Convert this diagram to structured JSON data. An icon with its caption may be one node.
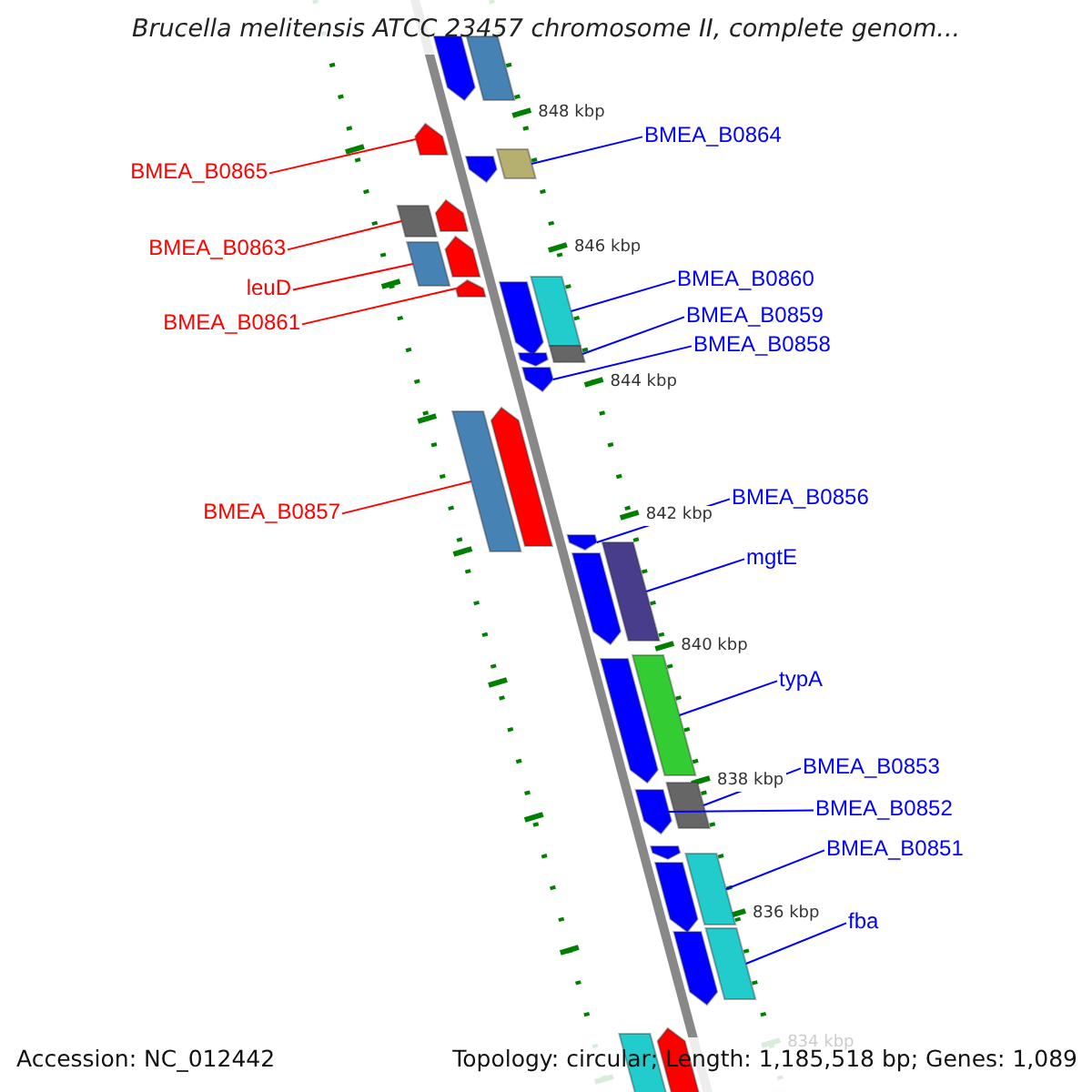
{
  "diagram": {
    "title": "Brucella melitensis ATCC 23457 chromosome II, complete genom...",
    "nodes": [
      {
        "text": [
          "BMEA_B0864"
        ]
      },
      {
        "text": [],
        "shape": "bar"
      },
      {
        "text": [
          "BMEA_B0865"
        ]
      },
      {
        "text": [],
        "shape": "bar"
      },
      {
        "text": [
          "BMEA_B0863"
        ]
      },
      {
        "text": [],
        "shape": "bar"
      },
      {
        "text": [
          "BMEA_B0860"
        ]
      },
      {
        "text": [],
        "shape": "bar"
      },
      {
        "text": [
          "leuD"
        ]
      },
      {
        "text": [],
        "shape": "bar"
      },
      {
        "text": [
          "BMEA_B0859"
        ]
      },
      {
        "text": [],
        "shape": "bar"
      },
      {
        "text": [
          "BMEA_B0861"
        ]
      },
      {
        "text": [],
        "shape": "bar"
      },
      {
        "text": [
          "BMEA_B0858"
        ]
      },
      {
        "text": [],
        "shape": "bar"
      },
      {
        "text": [
          "BMEA_B0856"
        ]
      },
      {
        "text": [],
        "shape": "bar"
      },
      {
        "text": [
          "BMEA_B0857"
        ]
      },
      {
        "text": [],
        "shape": "bar"
      },
      {
        "text": [
          "mgtE"
        ]
      },
      {
        "text": [],
        "shape": "bar"
      },
      {
        "text": [
          "typA"
        ]
      },
      {
        "text": [],
        "shape": "bar"
      },
      {
        "text": [
          "BMEA_B0853"
        ]
      },
      {
        "text": [],
        "shape": "bar"
      },
      {
        "text": [
          "BMEA_B0852"
        ]
      },
      {
        "text": [],
        "shape": "bar"
      },
      {
        "text": [
          "BMEA_B0851"
        ]
      },
      {
        "text": [],
        "shape": "bar"
      },
      {
        "text": [
          "fba"
        ]
      },
      {
        "text": [],
        "shape": "bar"
      },
      {
        "text": [],
        "shape": "bar"
      },
      {
        "text": [],
        "shape": "bar"
      },
      {
        "text": [],
        "shape": "bar"
      },
      {
        "text": [],
        "shape": "bar"
      },
      {
        "text": [],
        "shape": "bar"
      },
      {
        "text": [],
        "shape": "bar"
      },
      {
        "text": [],
        "shape": "bar"
      },
      {
        "text": [],
        "shape": "bar"
      },
      {
        "text": [],
        "shape": "bar"
      },
      {
        "text": [],
        "shape": "bar"
      },
      {
        "text": [],
        "shape": "bar"
      },
      {
        "text": [],
        "shape": "bar"
      },
      {
        "text": [],
        "shape": "bar"
      },
      {
        "text": [],
        "shape": "bar"
      },
      {
        "text": [],
        "shape": "bar"
      }
    ],
    "edges": [
      {
        "from": 0,
        "to": 1,
        "arrow": "none"
      },
      {
        "from": 2,
        "to": 3,
        "arrow": "none",
        "color": "#ff0000"
      },
      {
        "from": 4,
        "to": 5,
        "arrow": "none",
        "color": "#ff0000"
      },
      {
        "from": 6,
        "to": 7,
        "arrow": "none"
      },
      {
        "from": 8,
        "to": 9,
        "arrow": "none",
        "color": "#ff0000"
      },
      {
        "from": 10,
        "to": 11,
        "arrow": "none"
      },
      {
        "from": 12,
        "to": 13,
        "arrow": "none",
        "color": "#ff0000"
      },
      {
        "from": 14,
        "to": 15,
        "arrow": "none"
      },
      {
        "from": 16,
        "to": 17,
        "arrow": "none"
      },
      {
        "from": 18,
        "to": 19,
        "arrow": "none",
        "color": "#ff0000"
      },
      {
        "from": 20,
        "to": 21,
        "arrow": "none"
      },
      {
        "from": 22,
        "to": 23,
        "arrow": "none"
      },
      {
        "from": 24,
        "to": 25,
        "arrow": "none"
      },
      {
        "from": 26,
        "to": 27,
        "arrow": "none"
      },
      {
        "from": 28,
        "to": 29,
        "arrow": "none"
      },
      {
        "from": 30,
        "to": 31,
        "arrow": "none"
      }
    ],
    "labels": [
      "848 kbp",
      "846 kbp",
      "844 kbp",
      "842 kbp",
      "840 kbp",
      "838 kbp",
      "836 kbp",
      "834 kbp",
      "Accession: NC_012442",
      "Topology: circular; Length: 1,185,518 bp; Genes: 1,089"
    ]
  }
}
